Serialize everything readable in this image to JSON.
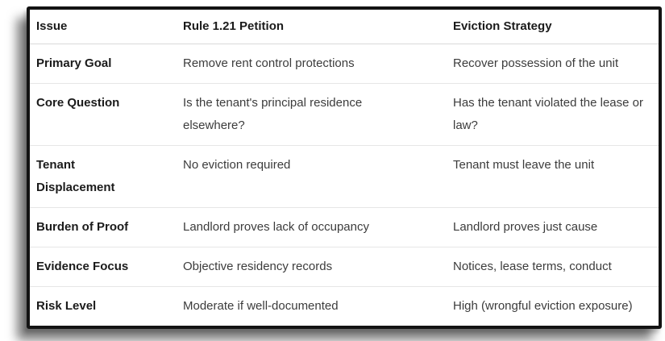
{
  "table": {
    "columns": [
      "Issue",
      "Rule 1.21 Petition",
      "Eviction Strategy"
    ],
    "rows": [
      {
        "issue": "Primary Goal",
        "petition": "Remove rent control protections",
        "eviction": "Recover possession of the unit"
      },
      {
        "issue": "Core Question",
        "petition": "Is the tenant's principal residence elsewhere?",
        "eviction": "Has the tenant violated the lease or law?"
      },
      {
        "issue": "Tenant Displacement",
        "petition": "No eviction required",
        "eviction": "Tenant must leave the unit"
      },
      {
        "issue": "Burden of Proof",
        "petition": "Landlord proves lack of occupancy",
        "eviction": "Landlord proves just cause"
      },
      {
        "issue": "Evidence Focus",
        "petition": "Objective residency records",
        "eviction": "Notices, lease terms, conduct"
      },
      {
        "issue": "Risk Level",
        "petition": "Moderate if well-documented",
        "eviction": "High (wrongful eviction exposure)"
      }
    ]
  },
  "colors": {
    "background": "#ffffff",
    "card_border": "#131313",
    "header_text": "#1b1b1b",
    "body_text": "#3c3c3c",
    "row_divider": "#e6e6e6",
    "header_divider": "#d9d9d9"
  }
}
